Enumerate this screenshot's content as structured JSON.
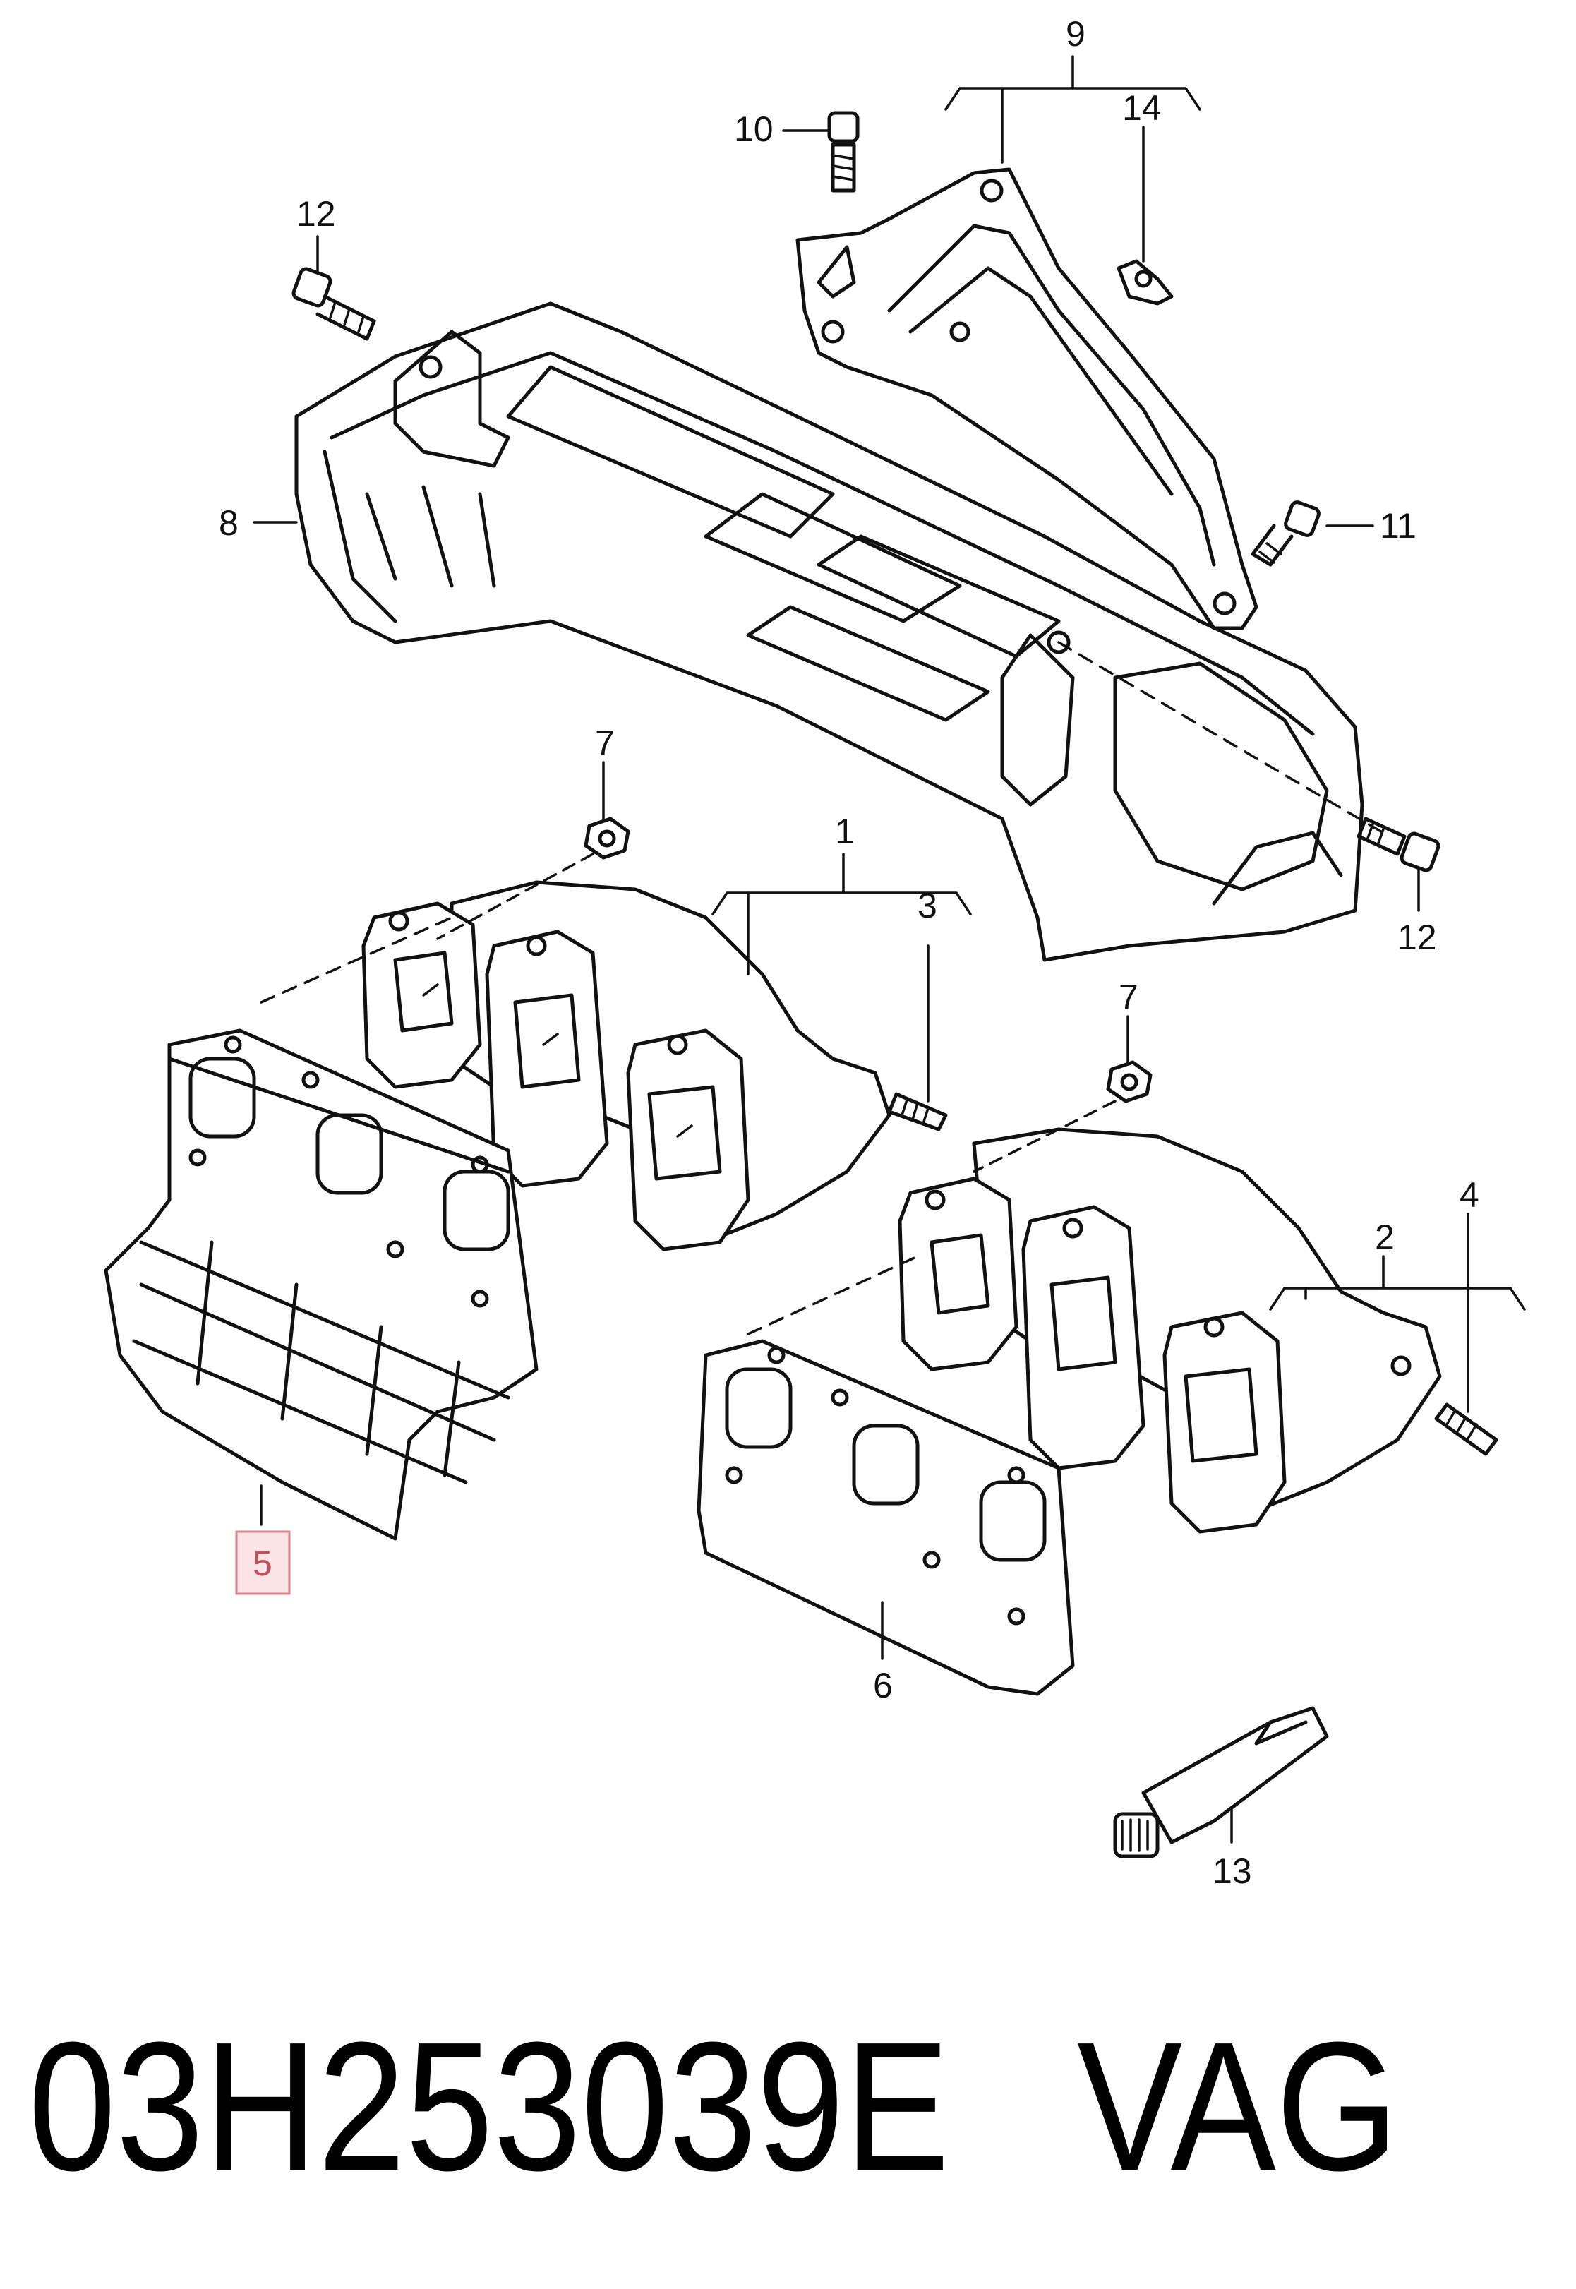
{
  "diagram": {
    "callouts": {
      "c1": "1",
      "c2": "2",
      "c3": "3",
      "c4": "4",
      "c5": "5",
      "c6": "6",
      "c7a": "7",
      "c7b": "7",
      "c8": "8",
      "c9": "9",
      "c10": "10",
      "c11": "11",
      "c12a": "12",
      "c12b": "12",
      "c13": "13",
      "c14": "14"
    },
    "highlighted_callout": "5",
    "highlight_color": "#fbe3e6"
  },
  "caption": {
    "part_number": "03H253039E",
    "brand": "VAG"
  }
}
